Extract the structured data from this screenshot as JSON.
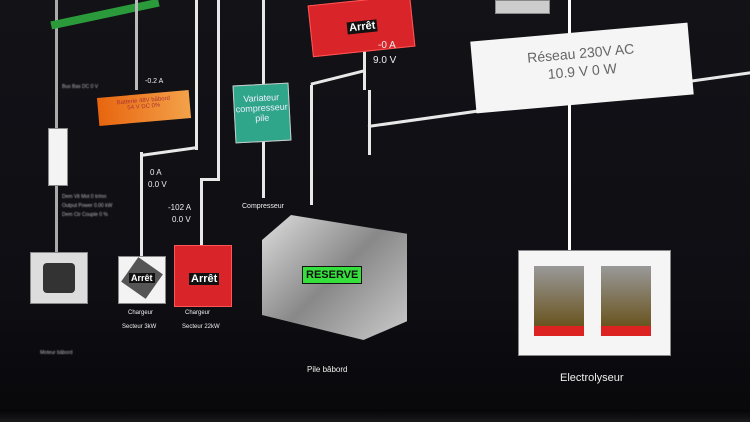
{
  "battery": {
    "current": "-0.2 A",
    "title": "Batterie 48V bâbord",
    "value": "54 V DC 0%"
  },
  "bus": {
    "label": "Bus Bas DC 0 V"
  },
  "motor": {
    "lines": [
      "Dem Vit Mot 0 tr/mn",
      "Output Power 0.00 kW",
      "Dem Ctr Couple 0 %"
    ],
    "label": "Moteur bâbord"
  },
  "charger3": {
    "current": "0 A",
    "voltage": "0.0 V",
    "status": "Arrêt",
    "label1": "Chargeur",
    "label2": "Secteur 3kW"
  },
  "charger22": {
    "current": "-102 A",
    "voltage": "0.0 V",
    "status": "Arrêt",
    "label1": "Chargeur",
    "label2": "Secteur 22kW"
  },
  "variateur": {
    "label": "Variateur compresseur pile",
    "sub": "Compresseur"
  },
  "top_unit": {
    "status": "Arrêt",
    "current": "-0 A",
    "voltage": "9.0 V"
  },
  "fuelcell": {
    "status": "RESERVE",
    "label": "Pile bâbord"
  },
  "grid": {
    "title": "Réseau 230V AC",
    "value": "10.9 V  0 W"
  },
  "electrolyser": {
    "label": "Electrolyseur"
  },
  "colors": {
    "reserve": "#35e03c",
    "arret": "#d9252a",
    "variateur": "#2fa58a"
  }
}
